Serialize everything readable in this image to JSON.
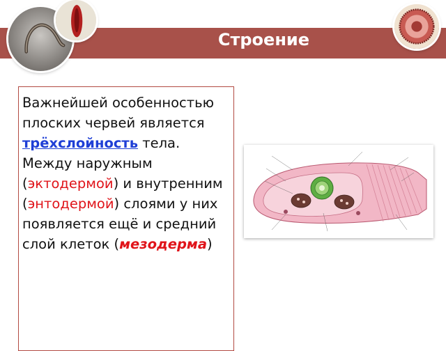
{
  "slide": {
    "title": "Строение"
  },
  "text": {
    "part1": "Важнейшей особенностью плоских червей является ",
    "term_triple": "трёхслойность",
    "part2": " тела. Между наружным (",
    "term_ecto": "эктодермой",
    "part3": ") и внутренним (",
    "term_endo": "энтодермой",
    "part4": ") слоями у них появляется ещё и средний слой клеток (",
    "term_meso": "мезодерма",
    "part5": ")"
  },
  "colors": {
    "title_bar": "#a8514a",
    "highlight_blue": "#1f3fd6",
    "highlight_red": "#e0141a",
    "panel_border": "#b24a42"
  }
}
